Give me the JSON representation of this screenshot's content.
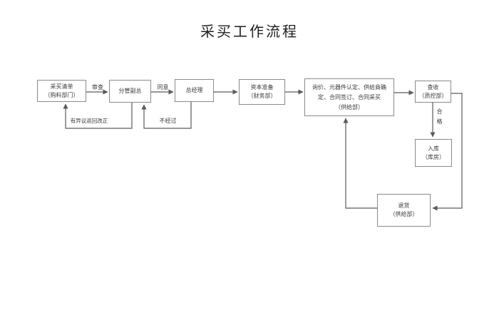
{
  "page": {
    "title": "采买工作流程"
  },
  "colors": {
    "background": "#ffffff",
    "line": "#5a5a5a",
    "box_border": "#8a8a8a",
    "text": "#3a3a3a"
  },
  "nodes": [
    {
      "id": "purchase-list",
      "lines": [
        "采买清单",
        "（购料部门）"
      ]
    },
    {
      "id": "deputy-gm",
      "lines": [
        "分管副总"
      ]
    },
    {
      "id": "general-manager",
      "lines": [
        "总经理"
      ]
    },
    {
      "id": "capital-prep",
      "lines": [
        "资本准备",
        "（财务部）"
      ]
    },
    {
      "id": "procurement",
      "lines": [
        "询价、元器件认定、供给商确定、合同签订、合同采买",
        "（供给部）"
      ]
    },
    {
      "id": "inspection",
      "lines": [
        "查收",
        "（质控部）"
      ]
    },
    {
      "id": "warehousing",
      "lines": [
        "入库",
        "（库房）"
      ]
    },
    {
      "id": "returns",
      "lines": [
        "退货",
        "（供给部）"
      ]
    }
  ],
  "edge_labels": {
    "review": "审查",
    "agree": "同意",
    "objection_return": "有异议返回改正",
    "not_passed": "不经过",
    "qualified": "合格"
  }
}
